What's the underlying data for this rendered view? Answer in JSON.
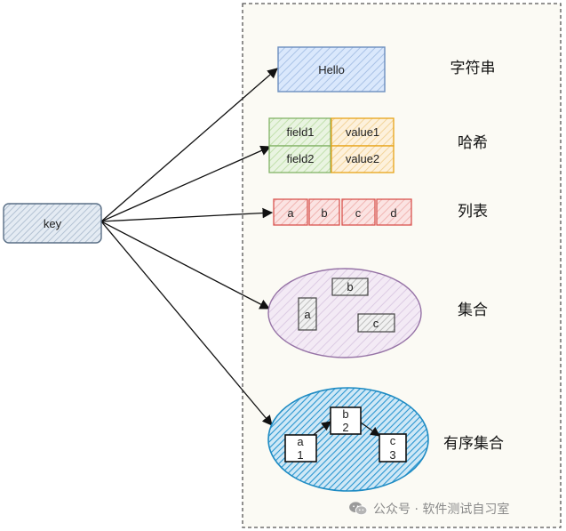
{
  "key_label": "key",
  "colors": {
    "string": "#6c8ebf",
    "hash_field": "#82b366",
    "hash_value": "#e8a317",
    "list": "#d9534f",
    "set": "#9673a6",
    "zset": "#1e8bc3",
    "key": "#5a6f86",
    "group_border": "#555555"
  },
  "types": {
    "string": {
      "label": "字符串",
      "value": "Hello"
    },
    "hash": {
      "label": "哈希",
      "rows": [
        {
          "field": "field1",
          "value": "value1"
        },
        {
          "field": "field2",
          "value": "value2"
        }
      ]
    },
    "list": {
      "label": "列表",
      "items": [
        "a",
        "b",
        "c",
        "d"
      ]
    },
    "set": {
      "label": "集合",
      "members": [
        "a",
        "b",
        "c"
      ]
    },
    "zset": {
      "label": "有序集合",
      "members": [
        {
          "member": "a",
          "score": "1"
        },
        {
          "member": "b",
          "score": "2"
        },
        {
          "member": "c",
          "score": "3"
        }
      ]
    }
  },
  "watermark": {
    "icon": "wechat-icon",
    "text": "公众号 · 软件测试自习室"
  }
}
